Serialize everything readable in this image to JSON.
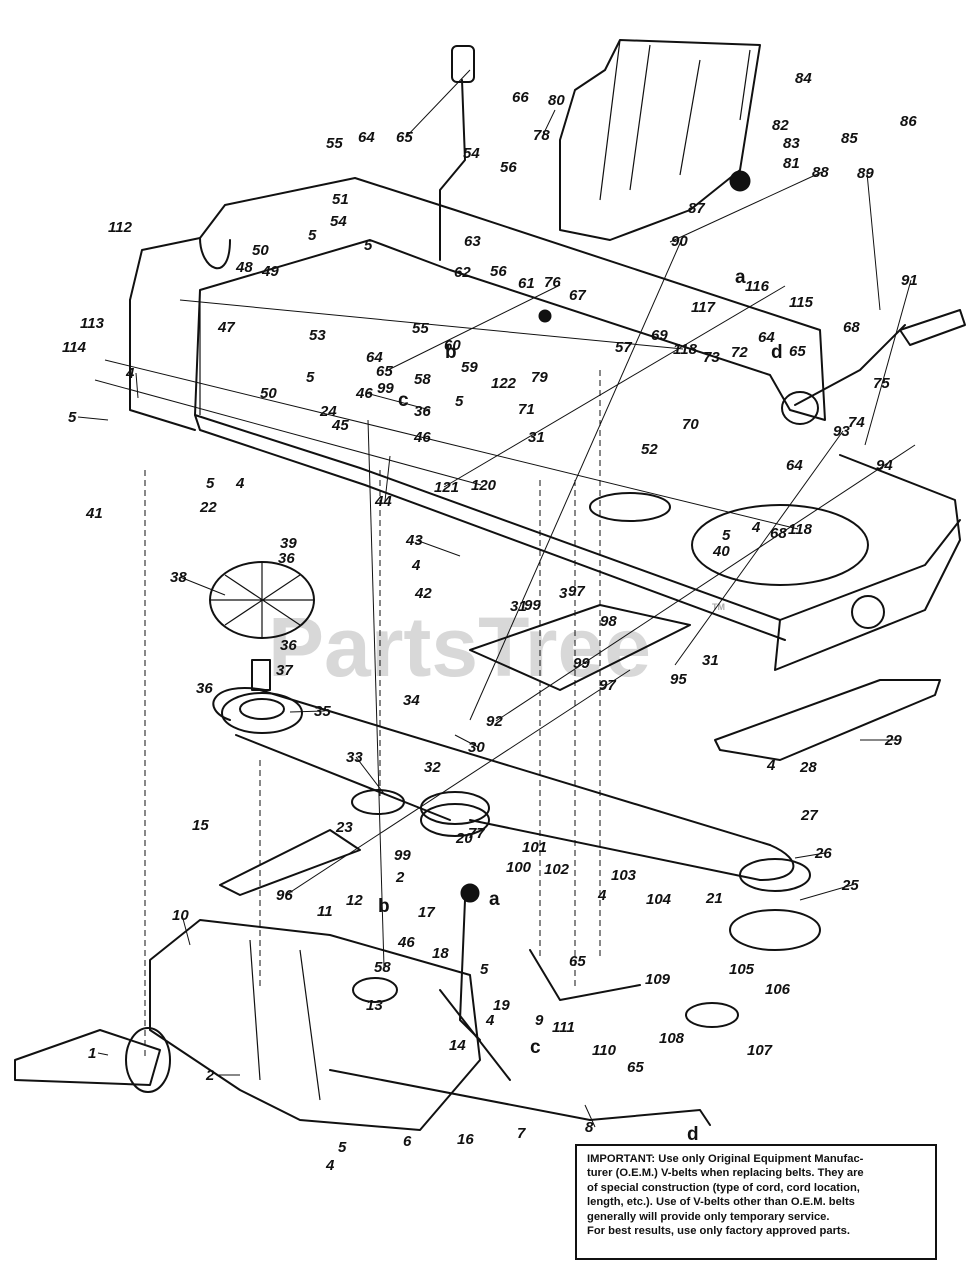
{
  "watermark": "PartsTree",
  "trademark": "TM",
  "notice_lines": [
    "IMPORTANT: Use only Original Equipment Manufac-",
    "turer (O.E.M.) V-belts when replacing belts. They are",
    "of special construction (type of cord, cord location,",
    "length, etc.). Use of V-belts other than O.E.M. belts",
    "generally will provide only temporary service.",
    "For best results, use only factory approved parts."
  ],
  "callouts": [
    {
      "text": "1"
    },
    {
      "text": "2"
    },
    {
      "text": "2"
    },
    {
      "text": "3"
    },
    {
      "text": "4"
    },
    {
      "text": "4"
    },
    {
      "text": "4"
    },
    {
      "text": "4"
    },
    {
      "text": "4"
    },
    {
      "text": "4"
    },
    {
      "text": "4"
    },
    {
      "text": "4"
    },
    {
      "text": "5"
    },
    {
      "text": "5"
    },
    {
      "text": "5"
    },
    {
      "text": "5"
    },
    {
      "text": "5"
    },
    {
      "text": "5"
    },
    {
      "text": "5"
    },
    {
      "text": "5"
    },
    {
      "text": "5"
    },
    {
      "text": "6"
    },
    {
      "text": "7"
    },
    {
      "text": "8"
    },
    {
      "text": "9"
    },
    {
      "text": "10"
    },
    {
      "text": "11"
    },
    {
      "text": "12"
    },
    {
      "text": "13"
    },
    {
      "text": "14"
    },
    {
      "text": "15"
    },
    {
      "text": "16"
    },
    {
      "text": "17"
    },
    {
      "text": "18"
    },
    {
      "text": "19"
    },
    {
      "text": "20"
    },
    {
      "text": "21"
    },
    {
      "text": "22"
    },
    {
      "text": "23"
    },
    {
      "text": "24"
    },
    {
      "text": "25"
    },
    {
      "text": "26"
    },
    {
      "text": "27"
    },
    {
      "text": "28"
    },
    {
      "text": "29"
    },
    {
      "text": "30"
    },
    {
      "text": "31"
    },
    {
      "text": "31"
    },
    {
      "text": "31"
    },
    {
      "text": "32"
    },
    {
      "text": "33"
    },
    {
      "text": "34"
    },
    {
      "text": "35"
    },
    {
      "text": "36"
    },
    {
      "text": "36"
    },
    {
      "text": "36"
    },
    {
      "text": "36"
    },
    {
      "text": "37"
    },
    {
      "text": "38"
    },
    {
      "text": "39"
    },
    {
      "text": "40"
    },
    {
      "text": "41"
    },
    {
      "text": "42"
    },
    {
      "text": "43"
    },
    {
      "text": "44"
    },
    {
      "text": "45"
    },
    {
      "text": "46"
    },
    {
      "text": "46"
    },
    {
      "text": "46"
    },
    {
      "text": "47"
    },
    {
      "text": "48"
    },
    {
      "text": "49"
    },
    {
      "text": "50"
    },
    {
      "text": "50"
    },
    {
      "text": "51"
    },
    {
      "text": "52"
    },
    {
      "text": "53"
    },
    {
      "text": "54"
    },
    {
      "text": "54"
    },
    {
      "text": "55"
    },
    {
      "text": "55"
    },
    {
      "text": "56"
    },
    {
      "text": "56"
    },
    {
      "text": "57"
    },
    {
      "text": "58"
    },
    {
      "text": "58"
    },
    {
      "text": "59"
    },
    {
      "text": "60"
    },
    {
      "text": "61"
    },
    {
      "text": "62"
    },
    {
      "text": "63"
    },
    {
      "text": "64"
    },
    {
      "text": "64"
    },
    {
      "text": "64"
    },
    {
      "text": "64"
    },
    {
      "text": "65"
    },
    {
      "text": "65"
    },
    {
      "text": "65"
    },
    {
      "text": "65"
    },
    {
      "text": "65"
    },
    {
      "text": "66"
    },
    {
      "text": "67"
    },
    {
      "text": "68"
    },
    {
      "text": "68"
    },
    {
      "text": "69"
    },
    {
      "text": "70"
    },
    {
      "text": "71"
    },
    {
      "text": "72"
    },
    {
      "text": "73"
    },
    {
      "text": "74"
    },
    {
      "text": "75"
    },
    {
      "text": "76"
    },
    {
      "text": "77"
    },
    {
      "text": "78"
    },
    {
      "text": "79"
    },
    {
      "text": "80"
    },
    {
      "text": "81"
    },
    {
      "text": "82"
    },
    {
      "text": "83"
    },
    {
      "text": "84"
    },
    {
      "text": "85"
    },
    {
      "text": "86"
    },
    {
      "text": "87"
    },
    {
      "text": "88"
    },
    {
      "text": "89"
    },
    {
      "text": "90"
    },
    {
      "text": "91"
    },
    {
      "text": "92"
    },
    {
      "text": "93"
    },
    {
      "text": "94"
    },
    {
      "text": "95"
    },
    {
      "text": "96"
    },
    {
      "text": "97"
    },
    {
      "text": "97"
    },
    {
      "text": "98"
    },
    {
      "text": "99"
    },
    {
      "text": "99"
    },
    {
      "text": "99"
    },
    {
      "text": "99"
    },
    {
      "text": "100"
    },
    {
      "text": "101"
    },
    {
      "text": "102"
    },
    {
      "text": "103"
    },
    {
      "text": "104"
    },
    {
      "text": "105"
    },
    {
      "text": "106"
    },
    {
      "text": "107"
    },
    {
      "text": "108"
    },
    {
      "text": "109"
    },
    {
      "text": "110"
    },
    {
      "text": "111"
    },
    {
      "text": "112"
    },
    {
      "text": "113"
    },
    {
      "text": "114"
    },
    {
      "text": "115"
    },
    {
      "text": "116"
    },
    {
      "text": "117"
    },
    {
      "text": "118"
    },
    {
      "text": "118"
    },
    {
      "text": "120"
    },
    {
      "text": "121"
    },
    {
      "text": "122"
    }
  ],
  "letter_markers": [
    {
      "text": "a"
    },
    {
      "text": "a"
    },
    {
      "text": "b"
    },
    {
      "text": "b"
    },
    {
      "text": "c"
    },
    {
      "text": "c"
    },
    {
      "text": "d"
    },
    {
      "text": "d"
    }
  ]
}
